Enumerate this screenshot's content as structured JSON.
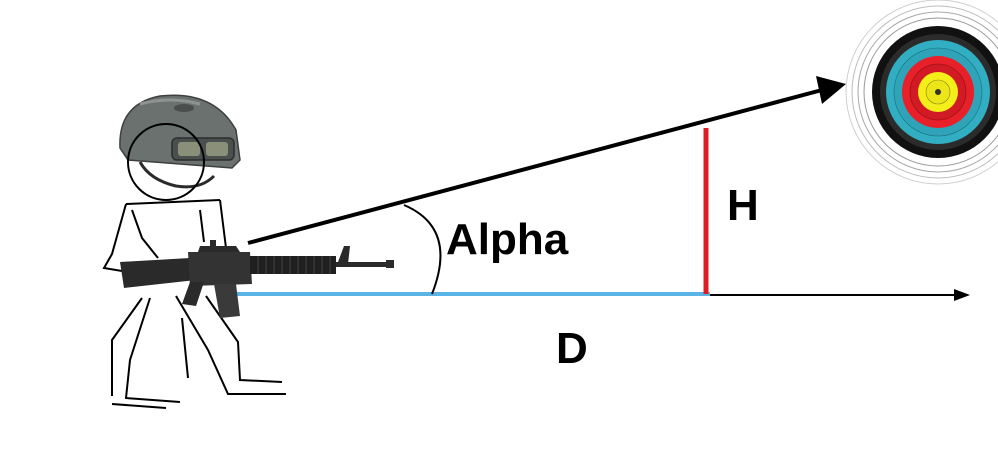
{
  "labels": {
    "alpha": "Alpha",
    "height": "H",
    "distance": "D"
  },
  "colors": {
    "line": "#000000",
    "distance_line": "#5ab4e6",
    "height_line": "#e01b22",
    "target_ring_outer": "#ffffff",
    "target_ring_black": "#111111",
    "target_ring_blue": "#31aec2",
    "target_ring_red": "#e8202a",
    "target_ring_yellow": "#f4ee1a",
    "helmet": "#6b716e",
    "rifle": "#2a2a2a"
  },
  "icons": {
    "soldier": "soldier-with-rifle",
    "target": "archery-target",
    "arrow": "arrow-head"
  }
}
